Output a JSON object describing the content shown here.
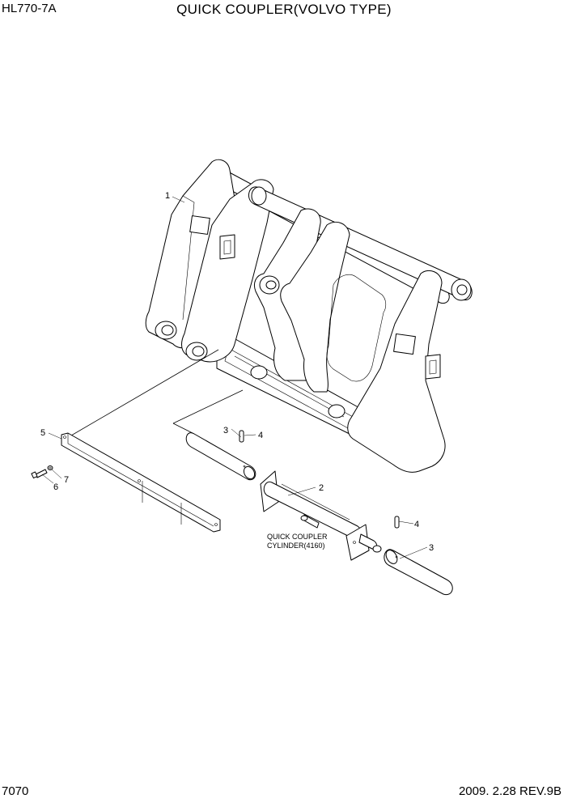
{
  "header": {
    "model": "HL770-7A",
    "title": "QUICK COUPLER(VOLVO TYPE)"
  },
  "footer": {
    "page_number": "7070",
    "revision": "2009. 2.28  REV.9B"
  },
  "callouts": {
    "part_1": "1",
    "part_2": "2",
    "part_3a": "3",
    "part_3b": "3",
    "part_4a": "4",
    "part_4b": "4",
    "part_5": "5",
    "part_6": "6",
    "part_7": "7"
  },
  "notes": {
    "cylinder_line1": "QUICK COUPLER",
    "cylinder_line2": "CYLINDER(4160)"
  }
}
